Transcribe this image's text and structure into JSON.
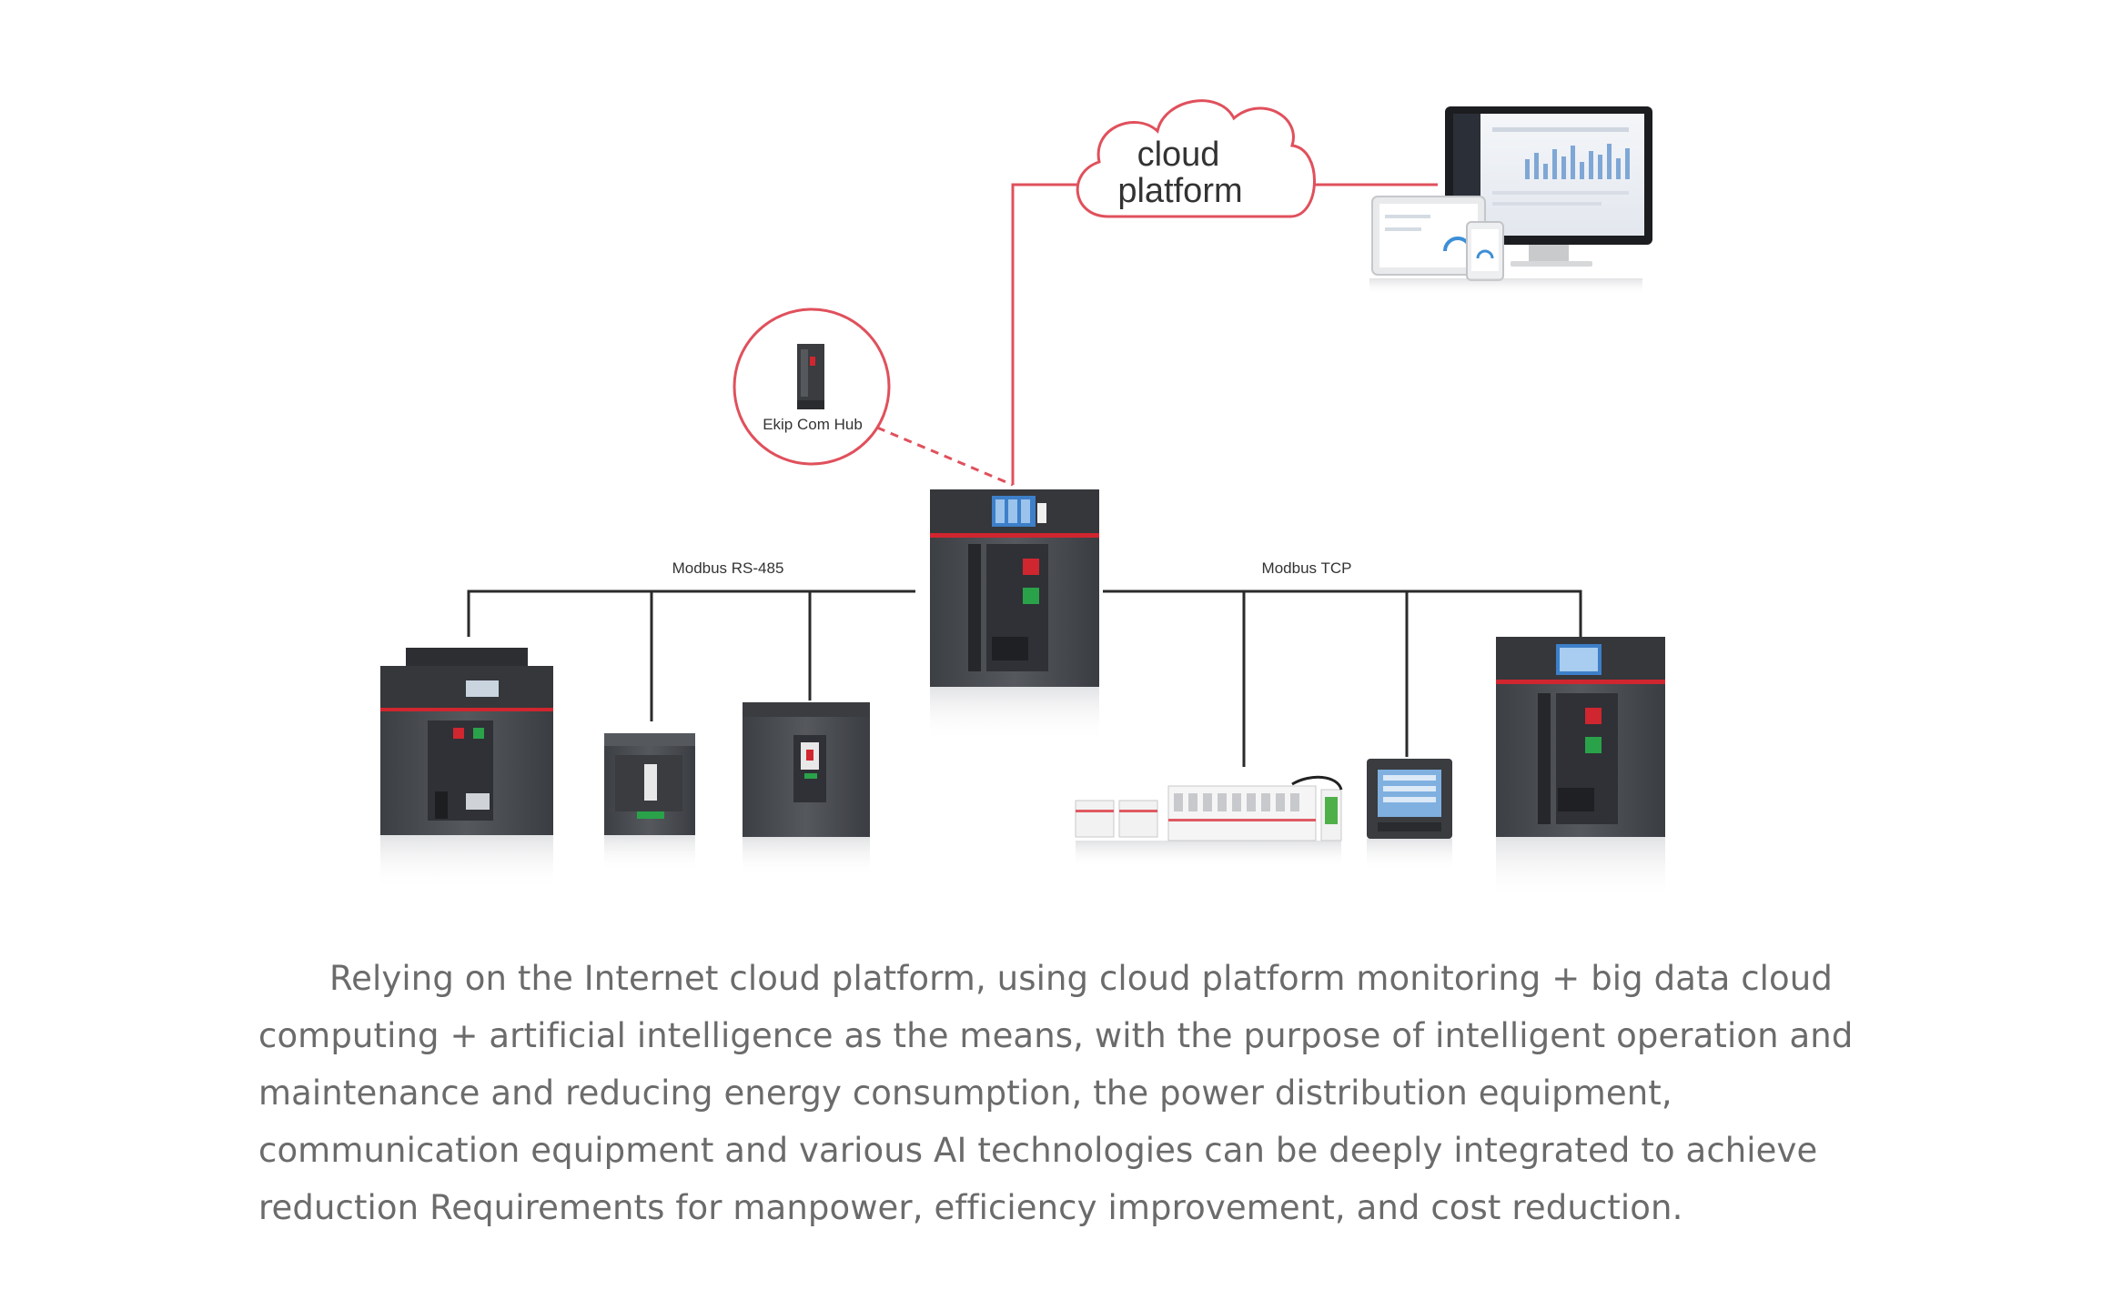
{
  "diagram": {
    "cloud_label_line1": "cloud",
    "cloud_label_line2": "platform",
    "hub_label": "Ekip Com Hub",
    "left_bus_label": "Modbus RS-485",
    "right_bus_label": "Modbus TCP",
    "colors": {
      "link_red": "#e0505c",
      "bus_line": "#2a2a2a",
      "device_body": "#4a4d52",
      "device_dark": "#2f3136",
      "accent_red": "#d0262f",
      "accent_green": "#2aa24a",
      "screen_blue": "#3d7fc9"
    }
  },
  "caption": {
    "text": "Relying on the Internet cloud platform, using cloud platform monitoring + big data cloud computing + artificial intelligence as the means, with the purpose of intelligent operation and maintenance and reducing energy consumption, the power distribution equipment, communication equipment and various AI technologies can be deeply integrated to achieve reduction Requirements for manpower, efficiency improvement, and cost reduction."
  }
}
